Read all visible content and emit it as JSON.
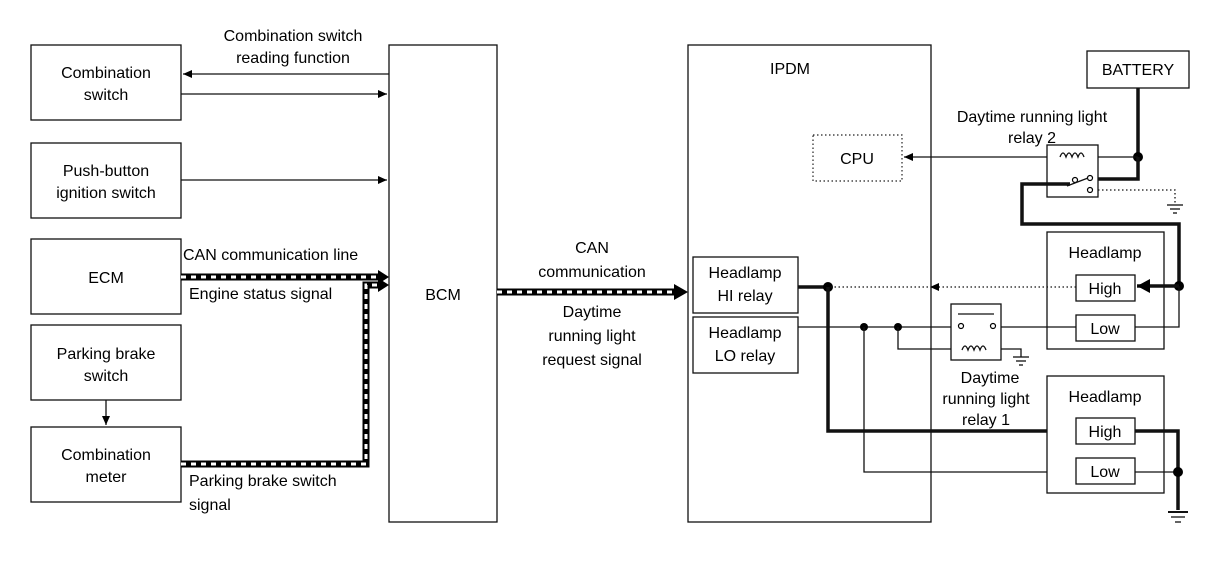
{
  "diagram": {
    "blocks": {
      "combination_switch": [
        "Combination",
        "switch"
      ],
      "push_button": [
        "Push-button",
        "ignition switch"
      ],
      "ecm": "ECM",
      "parking_brake": [
        "Parking brake",
        "switch"
      ],
      "combination_meter": [
        "Combination",
        "meter"
      ],
      "bcm": "BCM",
      "ipdm": "IPDM",
      "cpu": "CPU",
      "battery": "BATTERY",
      "hi_relay": [
        "Headlamp",
        "HI relay"
      ],
      "lo_relay": [
        "Headlamp",
        "LO relay"
      ],
      "headlamp_right": "Headlamp",
      "headlamp_left": "Headlamp",
      "high": "High",
      "low": "Low"
    },
    "labels": {
      "switch_reading": [
        "Combination switch",
        "reading function"
      ],
      "can_line": "CAN communication line",
      "engine_status": "Engine status signal",
      "parking_signal": [
        "Parking brake switch",
        "signal"
      ],
      "can_communication": [
        "CAN",
        "communication"
      ],
      "drl_request": [
        "Daytime",
        "running light",
        "request signal"
      ],
      "drl_relay2": [
        "Daytime running light",
        "relay 2"
      ],
      "drl_relay1": [
        "Daytime",
        "running light",
        "relay 1"
      ]
    }
  }
}
